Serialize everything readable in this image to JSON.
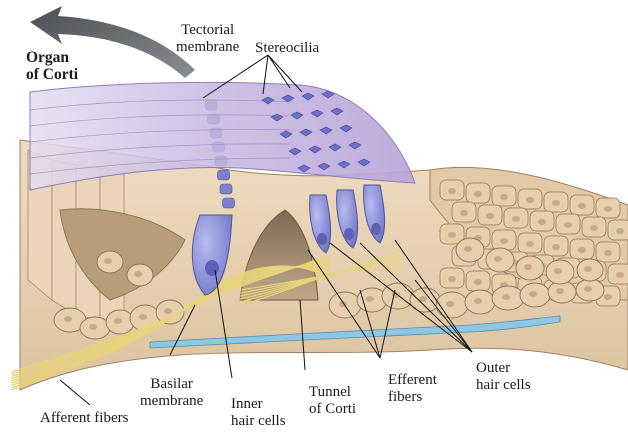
{
  "diagram": {
    "title": [
      "Organ",
      "of Corti"
    ],
    "labels": {
      "tectorial_membrane": [
        "Tectorial",
        "membrane"
      ],
      "stereocilia": "Stereocilia",
      "basilar_membrane": [
        "Basilar",
        "membrane"
      ],
      "inner_hair_cells": [
        "Inner",
        "hair cells"
      ],
      "tunnel_of_corti": [
        "Tunnel",
        "of Corti"
      ],
      "efferent_fibers": [
        "Efferent",
        "fibers"
      ],
      "outer_hair_cells": [
        "Outer",
        "hair cells"
      ],
      "afferent_fibers": "Afferent fibers"
    },
    "colors": {
      "tissue": "#e8d3b4",
      "cell_outline": "#8c7458",
      "nucleus": "#c7a887",
      "membrane": "#b9a5d6",
      "hair_cell": "#8a8fd6",
      "nerve_fiber": "#e8d27a",
      "basilar": "#8fc6e0",
      "arrow": "#5a5d63"
    }
  }
}
